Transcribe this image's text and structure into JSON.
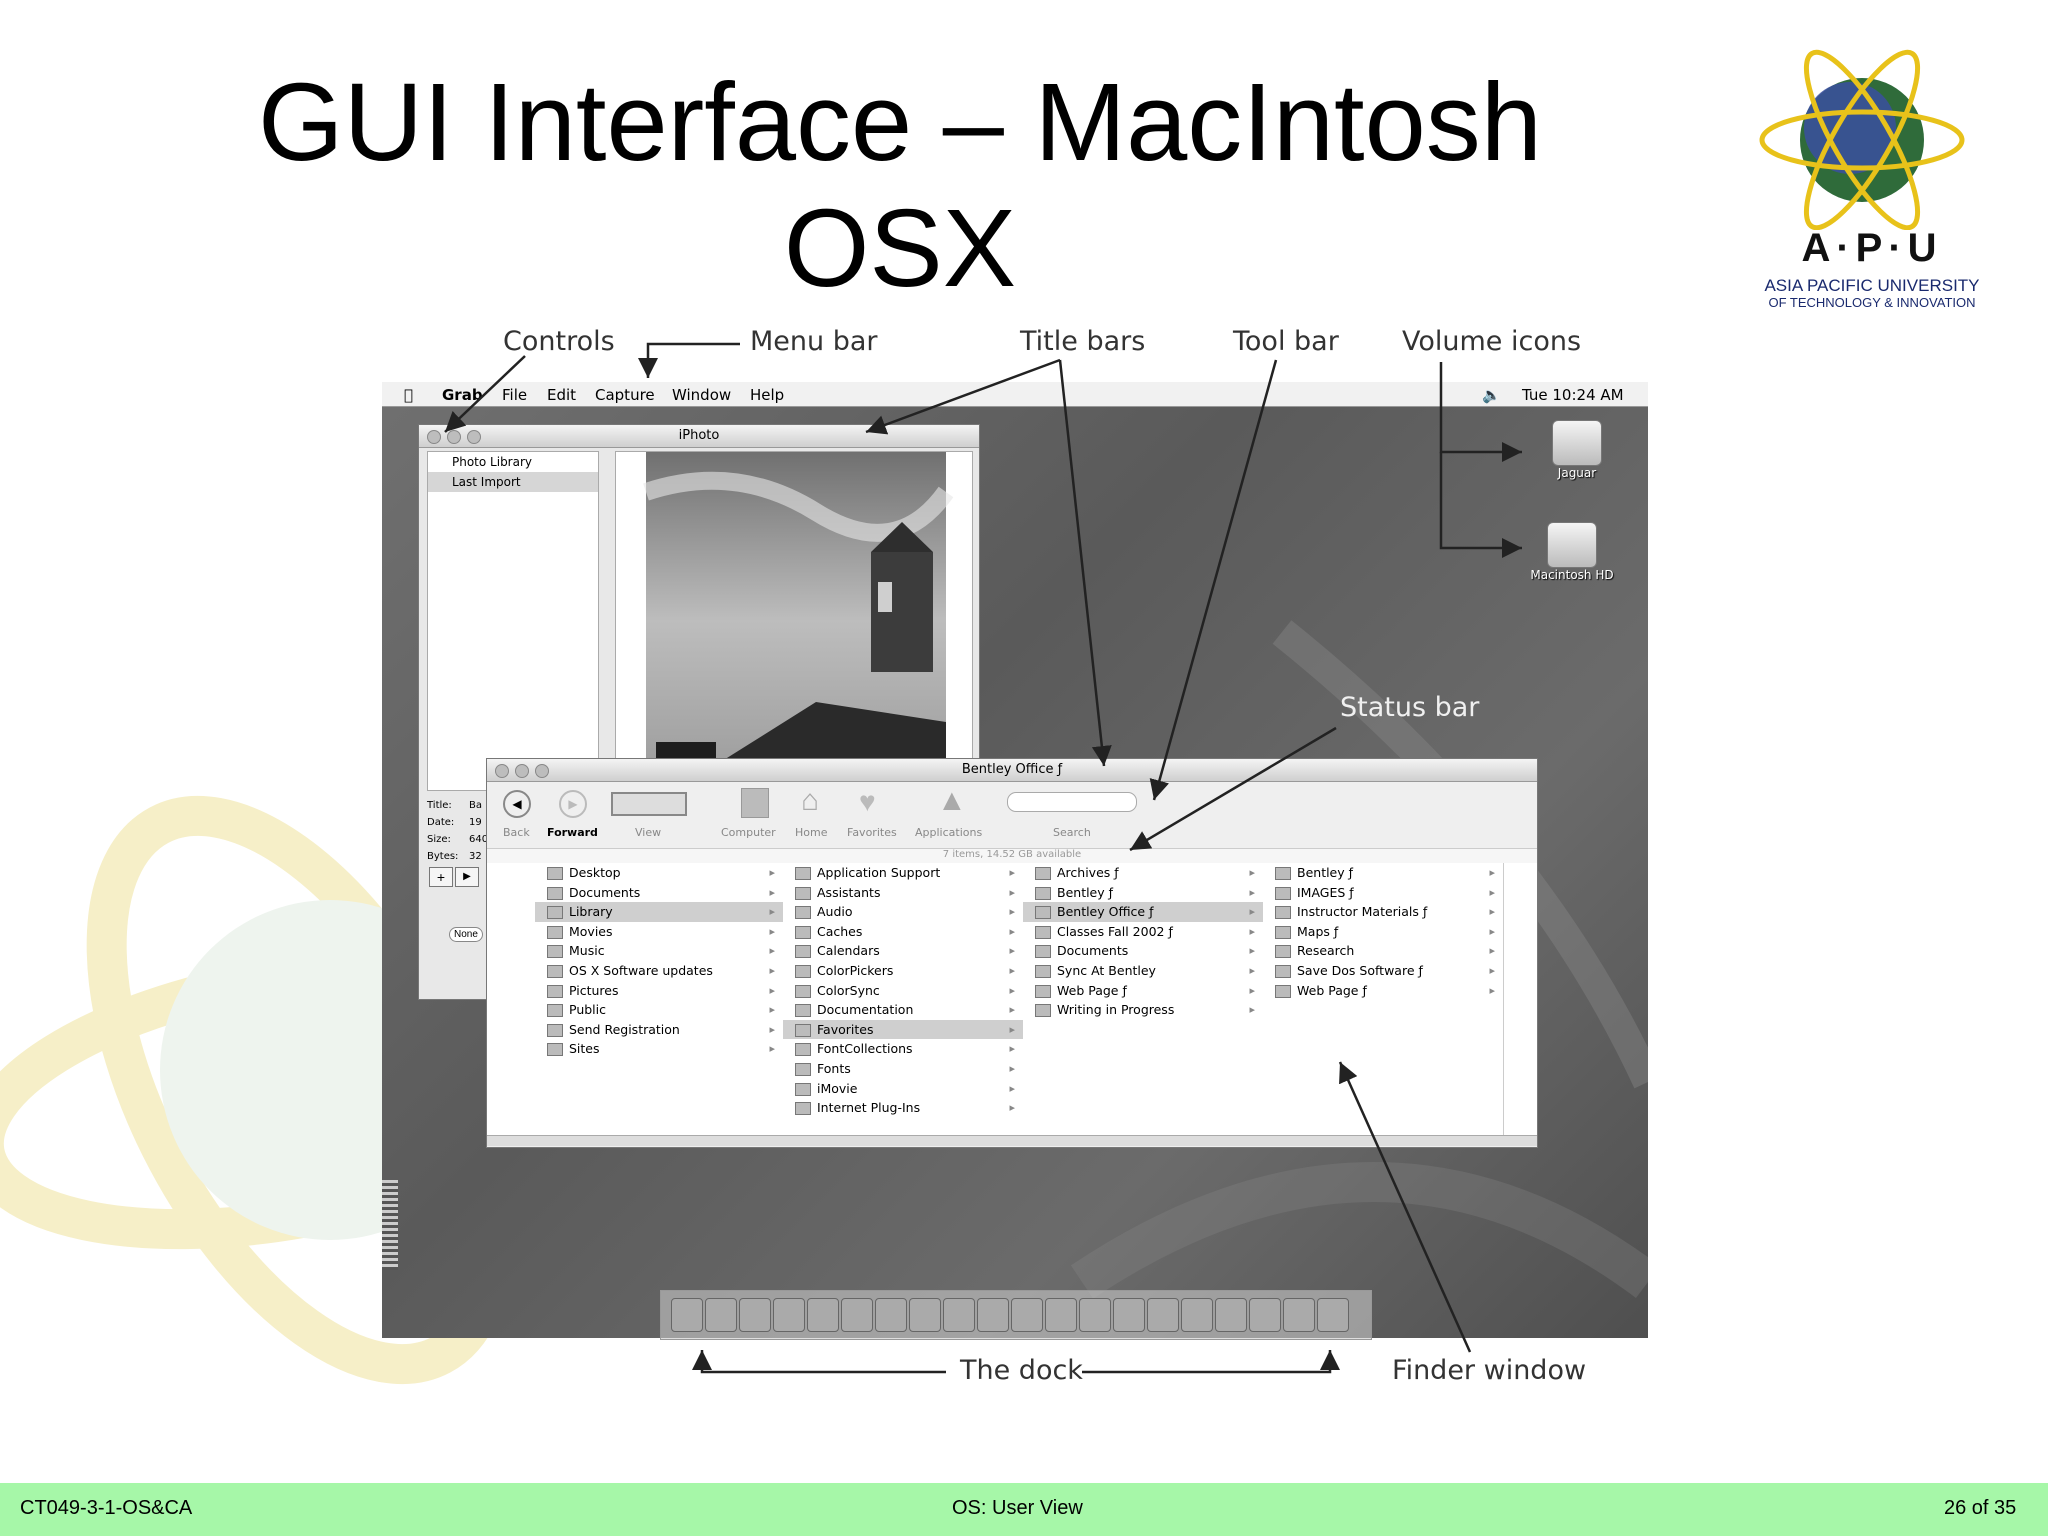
{
  "slide": {
    "title_line1": "GUI Interface – MacIntosh",
    "title_line2": "OSX"
  },
  "logo": {
    "name": "A·P·U",
    "line1": "ASIA PACIFIC UNIVERSITY",
    "line2": "OF TECHNOLOGY & INNOVATION"
  },
  "annotations": {
    "controls": "Controls",
    "menu_bar": "Menu bar",
    "title_bars": "Title bars",
    "tool_bar": "Tool bar",
    "volume_icons": "Volume icons",
    "status_bar": "Status bar",
    "the_dock": "The dock",
    "finder_window": "Finder window"
  },
  "menubar": {
    "app": "Grab",
    "items": [
      "File",
      "Edit",
      "Capture",
      "Window",
      "Help"
    ],
    "clock": "Tue 10:24 AM"
  },
  "iphoto": {
    "title": "iPhoto",
    "sidebar": [
      "Photo Library",
      "Last Import"
    ],
    "info_labels": [
      "Title:",
      "Date:",
      "Size:",
      "Bytes:"
    ],
    "info_values": [
      "Ba",
      "19",
      "640",
      "32"
    ],
    "button_none": "None"
  },
  "volumes": [
    "Jaguar",
    "Macintosh HD"
  ],
  "finder": {
    "title": "Bentley Office ƒ",
    "toolbar": [
      "Back",
      "Forward",
      "View",
      "Computer",
      "Home",
      "Favorites",
      "Applications",
      "Search"
    ],
    "status": "7 items, 14.52 GB available",
    "col1": [
      "Desktop",
      "Documents",
      "Library",
      "Movies",
      "Music",
      "OS X Software updates",
      "Pictures",
      "Public",
      "Send Registration",
      "Sites"
    ],
    "col2": [
      "Application Support",
      "Assistants",
      "Audio",
      "Caches",
      "Calendars",
      "ColorPickers",
      "ColorSync",
      "Documentation",
      "Favorites",
      "FontCollections",
      "Fonts",
      "iMovie",
      "Internet Plug-Ins"
    ],
    "col3": [
      "Archives ƒ",
      "Bentley ƒ",
      "Bentley Office ƒ",
      "Classes Fall 2002 ƒ",
      "Documents",
      "Sync At Bentley",
      "Web Page ƒ",
      "Writing in Progress"
    ],
    "col4": [
      "Bentley ƒ",
      "IMAGES ƒ",
      "Instructor Materials ƒ",
      "Maps ƒ",
      "Research",
      "Save Dos Software ƒ",
      "Web Page ƒ"
    ]
  },
  "footer": {
    "course": "CT049-3-1-OS&CA",
    "topic": "OS: User View",
    "page": "26 of 35"
  },
  "colors": {
    "footer_bg": "#a6f7a8",
    "logo_gold": "#e8c21a",
    "logo_navy": "#1a2a6e"
  }
}
